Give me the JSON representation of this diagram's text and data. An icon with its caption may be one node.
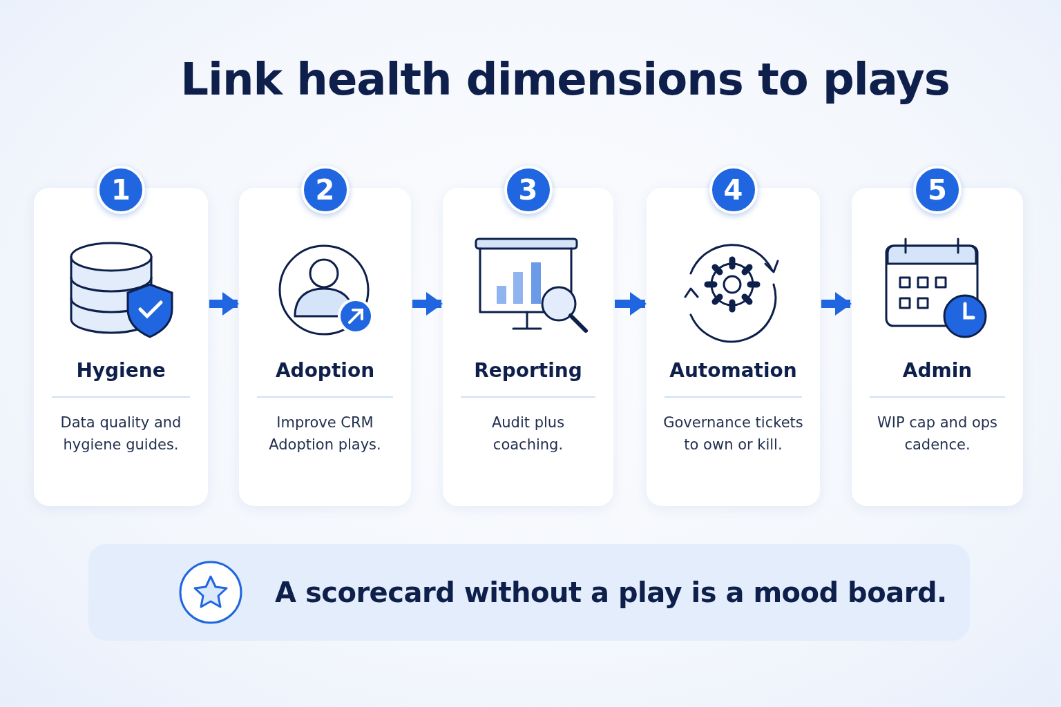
{
  "diagram": {
    "title": "Link health dimensions to plays",
    "nodes": [
      {
        "text": [
          "1",
          "Hygiene",
          "Data quality and hygiene guides."
        ]
      },
      {
        "text": [
          "2",
          "Adoption",
          "Improve CRM Adoption plays."
        ]
      },
      {
        "text": [
          "3",
          "Reporting",
          "Audit plus coaching."
        ]
      },
      {
        "text": [
          "4",
          "Automation",
          "Governance tickets to own or kill."
        ]
      },
      {
        "text": [
          "5",
          "Admin",
          "WIP cap and ops cadence."
        ]
      },
      {
        "text": [
          "A scorecard without a play is a mood board."
        ]
      }
    ],
    "edges": [
      {
        "from": 0,
        "to": 1,
        "arrow": "to"
      },
      {
        "from": 1,
        "to": 2,
        "arrow": "to"
      },
      {
        "from": 2,
        "to": 3,
        "arrow": "to"
      },
      {
        "from": 3,
        "to": 4,
        "arrow": "to"
      }
    ]
  }
}
